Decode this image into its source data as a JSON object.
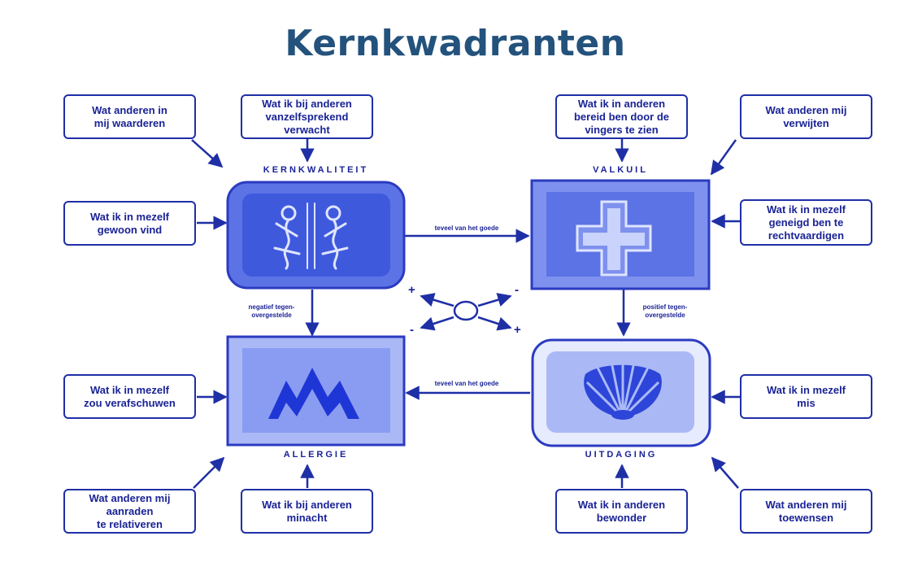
{
  "title": "Kernkwadranten",
  "quadrants": {
    "kernkwaliteit": "KERNKWALITEIT",
    "valkuil": "VALKUIL",
    "allergie": "ALLERGIE",
    "uitdaging": "UITDAGING"
  },
  "edges": {
    "top": "teveel van het goede",
    "bottom": "teveel van het goede",
    "left": "negatief tegen-\novergestelde",
    "right": "positief tegen-\novergestelde"
  },
  "signs": {
    "plus": "+",
    "minus": "-"
  },
  "boxes": {
    "wat_anderen_in_mij_waarderen": "Wat anderen in\nmij waarderen",
    "wat_ik_bij_anderen_vanzelfsprekend": "Wat ik bij anderen\nvanzelfsprekend\nverwacht",
    "wat_ik_in_mezelf_gewoon_vind": "Wat ik in mezelf\ngewoon vind",
    "wat_ik_in_anderen_bereid": "Wat ik in anderen\nbereid ben door de\nvingers te zien",
    "wat_anderen_mij_verwijten": "Wat anderen mij\nverwijten",
    "wat_ik_in_mezelf_geneigd": "Wat ik in mezelf\ngeneigd ben te\nrechtvaardigen",
    "wat_ik_in_mezelf_verafschuwen": "Wat ik in mezelf\nzou verafschuwen",
    "wat_anderen_mij_aanraden": "Wat anderen mij\naanraden\nte relativeren",
    "wat_ik_bij_anderen_minacht": "Wat ik bij anderen\nminacht",
    "wat_ik_in_mezelf_mis": "Wat ik in mezelf\nmis",
    "wat_ik_in_anderen_bewonder": "Wat ik in anderen\nbewonder",
    "wat_anderen_mij_toewensen": "Wat anderen mij\ntoewensen"
  },
  "colors": {
    "title": "#23527c",
    "ink": "#1a2396",
    "panel_fill": "#5c73e6",
    "panel_inner": "#3f59dd",
    "panel_light": "#c9d3fb"
  },
  "icons": {
    "kernkwaliteit": "gemini-twins-icon",
    "valkuil": "medical-cross-icon",
    "allergie": "mountains-icon",
    "uitdaging": "scallop-shell-icon"
  }
}
